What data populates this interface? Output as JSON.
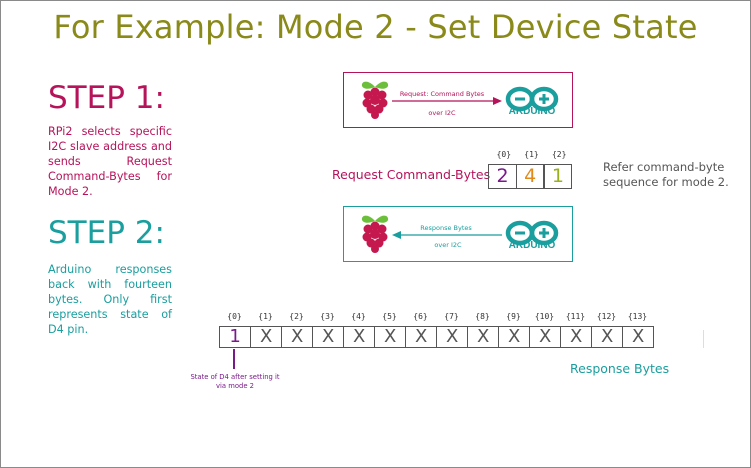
{
  "title": "For Example: Mode 2 - Set Device State",
  "step1": {
    "title": "STEP 1:",
    "text": "RPi2 selects specific I2C slave address and sends Request Command-Bytes for Mode 2."
  },
  "step2": {
    "title": "STEP 2:",
    "text": "Arduino responses back with fourteen bytes. Only first represents state of D4 pin."
  },
  "request_box": {
    "arrow_label_top": "Request: Command Bytes",
    "arrow_label_bottom": "over I2C",
    "arduino_text": "ARDUINO",
    "border_color": "#b5135a"
  },
  "response_box": {
    "arrow_label_top": "Response Bytes",
    "arrow_label_bottom": "over I2C",
    "arduino_text": "ARDUINO",
    "border_color": "#1a9e9e"
  },
  "request_bytes": {
    "label": "Request Command-Bytes",
    "indices": [
      "{0}",
      "{1}",
      "{2}"
    ],
    "values": [
      "2",
      "4",
      "1"
    ],
    "colors": [
      "#7a1a8a",
      "#e08a1a",
      "#9ab01a"
    ],
    "note": "Refer command-byte sequence for mode 2."
  },
  "response_bytes": {
    "label": "Response Bytes",
    "indices": [
      "{0}",
      "{1}",
      "{2}",
      "{3}",
      "{4}",
      "{5}",
      "{6}",
      "{7}",
      "{8}",
      "{9}",
      "{10}",
      "{11}",
      "{12}",
      "{13}"
    ],
    "values": [
      "1",
      "X",
      "X",
      "X",
      "X",
      "X",
      "X",
      "X",
      "X",
      "X",
      "X",
      "X",
      "X",
      "X"
    ],
    "first_color": "#7a1a8a",
    "annotation": "State of D4 after setting it via mode 2"
  },
  "icons": [
    "raspberry-pi-logo",
    "arduino-logo",
    "arrow-right",
    "arrow-left"
  ]
}
